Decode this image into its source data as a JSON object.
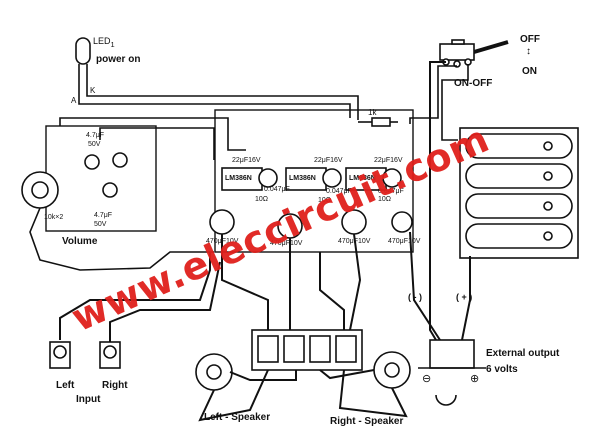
{
  "led": {
    "label": "LED",
    "subscript": "1",
    "caption": "power on",
    "pin_a": "A",
    "pin_k": "K"
  },
  "switch": {
    "off": "OFF",
    "on": "ON",
    "arrow": "↕",
    "caption": "ON-OFF"
  },
  "resistor_1k": "1k",
  "volume": {
    "cap_top": "4.7μF",
    "cap_top_v": "50V",
    "pot": "10k×2",
    "cap_bottom": "4.7μF",
    "cap_bottom_v": "50V",
    "caption": "Volume"
  },
  "ics": [
    {
      "label": "LM386N",
      "cap_top": "22μF16V",
      "cap_side": "0.047μF",
      "res": "10Ω",
      "cap_out": "470μF10V"
    },
    {
      "label": "LM386N",
      "cap_top": "22μF16V",
      "cap_side": "0.047μF",
      "res": "10Ω",
      "cap_out": "470μF10V"
    },
    {
      "label": "LM386N",
      "cap_top": "22μF16V",
      "cap_side": "0.047μF",
      "res": "10Ω",
      "cap_out": "470μF10V"
    }
  ],
  "power_cap": "470μF10V",
  "polarity": {
    "minus": "( - )",
    "plus": "( + )"
  },
  "input": {
    "left": "Left",
    "right": "Right",
    "caption": "Input"
  },
  "speakers": {
    "left": "Left - Speaker",
    "right": "Right - Speaker"
  },
  "output": {
    "line1": "External output",
    "line2": "6 volts",
    "minus": "⊖",
    "plus": "⊕"
  },
  "watermark": "www.eleccircuit.com"
}
